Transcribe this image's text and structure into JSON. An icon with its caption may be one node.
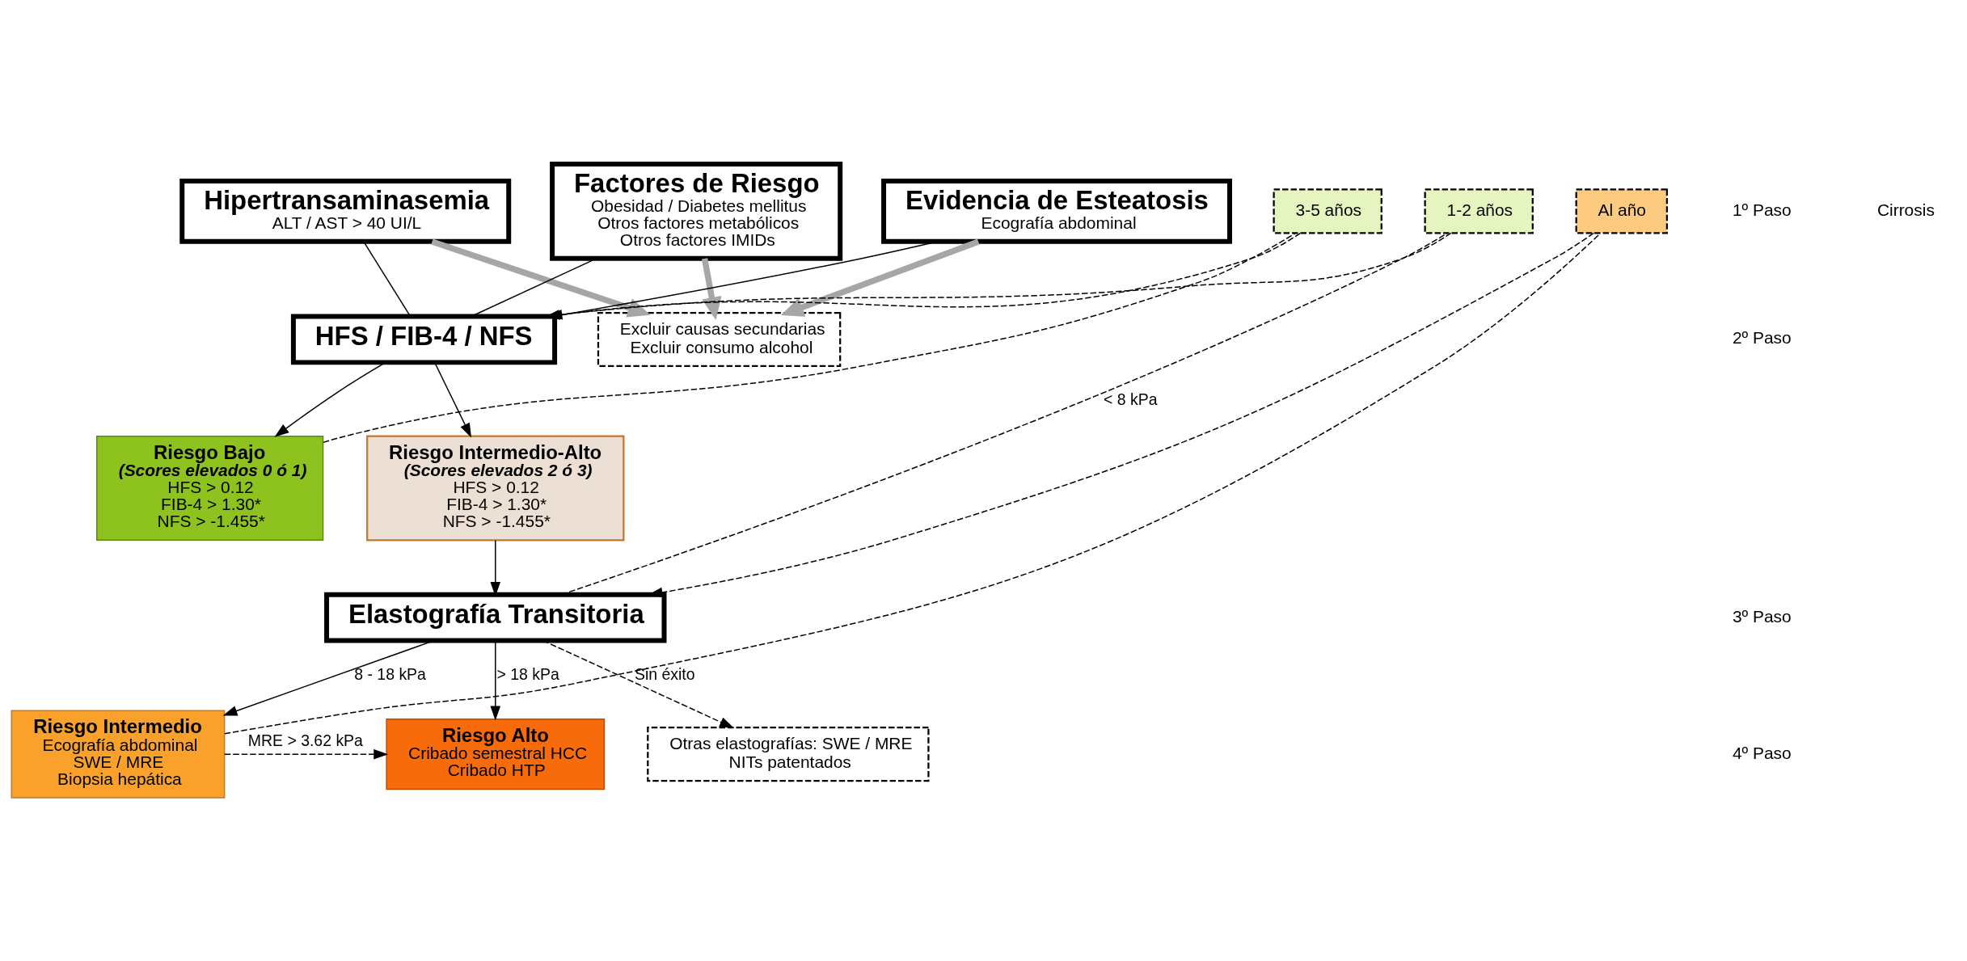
{
  "diagram": {
    "nodes": [
      {
        "text": [
          "Hipertransaminasemia",
          "ALT / AST > 40 UI/L"
        ]
      },
      {
        "text": [
          "Factores de Riesgo",
          "Obesidad / Diabetes mellitus",
          "Otros factores metabólicos",
          "Otros factores IMIDs"
        ]
      },
      {
        "text": [
          "Evidencia de Esteatosis",
          "Ecografía abdominal"
        ]
      },
      {
        "text": [
          "Excluir causas secundarias",
          "Excluir consumo alcohol"
        ]
      },
      {
        "text": [
          "HFS / FIB-4 / NFS"
        ]
      },
      {
        "text": [
          "3-5 años"
        ]
      },
      {
        "text": [
          "Riesgo Bajo",
          "(Scores elevados 0 ó 1)",
          "HFS > 0.12",
          "FIB-4 > 1.30*",
          "NFS > -1.455*"
        ]
      },
      {
        "text": [
          "Riesgo Intermedio-Alto",
          "(Scores elevados 2 ó 3)",
          "HFS > 0.12",
          "FIB-4 > 1.30*",
          "NFS > -1.455*"
        ]
      },
      {
        "text": [
          "1-2 años"
        ]
      },
      {
        "text": [
          "Elastografía Transitoria"
        ]
      },
      {
        "text": [
          "Otras elastografías: SWE / MRE",
          "NITs patentados"
        ]
      },
      {
        "text": [
          "Al año"
        ]
      },
      {
        "text": [
          "Riesgo Intermedio",
          "Ecografía abdominal",
          "SWE / MRE",
          "Biopsia hepática"
        ]
      },
      {
        "text": [
          "Riesgo Alto",
          "Cribado semestral HCC",
          "Cribado HTP"
        ]
      }
    ],
    "edges": [
      {
        "from": 0,
        "to": 3,
        "arrow": "to",
        "style": "thick",
        "color": "#a6a6a6"
      },
      {
        "from": 1,
        "to": 3,
        "arrow": "to",
        "style": "thick",
        "color": "#a6a6a6"
      },
      {
        "from": 2,
        "to": 3,
        "arrow": "to",
        "style": "thick",
        "color": "#a6a6a6"
      },
      {
        "from": 0,
        "to": 4,
        "arrow": "none"
      },
      {
        "from": 1,
        "to": 4,
        "arrow": "none"
      },
      {
        "from": 2,
        "to": 4,
        "arrow": "none"
      },
      {
        "from": 4,
        "to": 6,
        "arrow": "to"
      },
      {
        "from": 4,
        "to": 7,
        "arrow": "to"
      },
      {
        "from": 6,
        "to": 5,
        "arrow": "none",
        "style": "dashed"
      },
      {
        "from": 5,
        "to": 4,
        "arrow": "to",
        "style": "dashed"
      },
      {
        "from": 7,
        "to": 9,
        "arrow": "to"
      },
      {
        "from": 9,
        "to": 8,
        "arrow": "none",
        "style": "dashed",
        "label": "< 8 kPa"
      },
      {
        "from": 8,
        "to": 4,
        "arrow": "to",
        "style": "dashed"
      },
      {
        "from": 9,
        "to": 10,
        "arrow": "to",
        "style": "dashed",
        "label": "Sin éxito"
      },
      {
        "from": 9,
        "to": 12,
        "arrow": "to",
        "label": "8 - 18 kPa"
      },
      {
        "from": 9,
        "to": 13,
        "arrow": "to",
        "label": "> 18 kPa"
      },
      {
        "from": 12,
        "to": 11,
        "arrow": "none",
        "style": "dashed"
      },
      {
        "from": 11,
        "to": 9,
        "arrow": "to",
        "style": "dashed"
      },
      {
        "from": 12,
        "to": 13,
        "arrow": "to",
        "style": "dashed",
        "label": "MRE > 3.62 kPa"
      }
    ],
    "labels": [
      "1º Paso",
      "2º Paso",
      "3º Paso",
      "Cirrosis",
      "4º Paso"
    ]
  }
}
